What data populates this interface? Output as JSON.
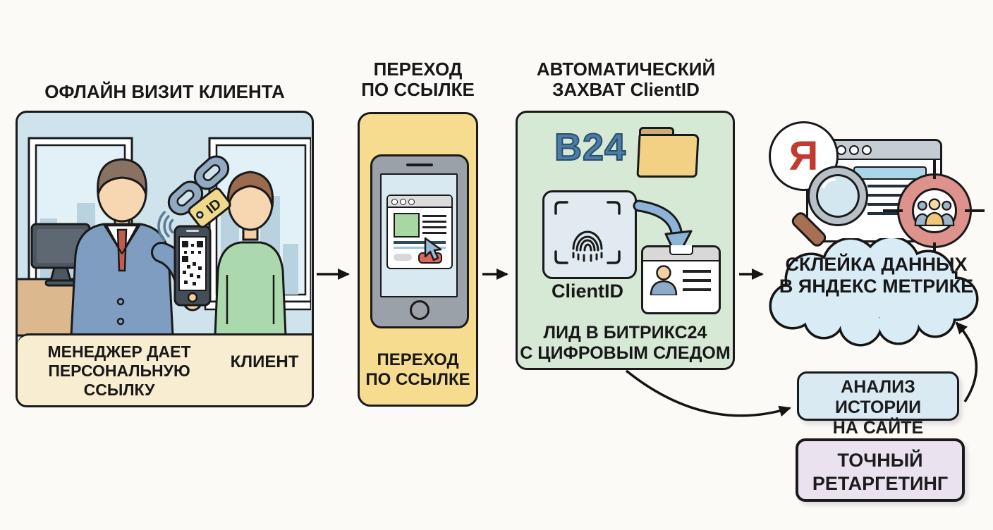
{
  "colors": {
    "background": "#fbfaf7",
    "panel1_bg": "#cfe3ec",
    "panel1_caption_bg": "#f8ecd1",
    "panel2_bg": "#f6dc8e",
    "panel3_bg": "#d6e9d5",
    "cloud_bg": "#d9ecf5",
    "analysis_bg": "#d9eaf2",
    "retargeting_bg": "#eae3ef",
    "yandex_red": "#c23b30",
    "b24_blue": "#4f7ca6",
    "target_red": "#dd938c"
  },
  "step1": {
    "title": "ОФЛАЙН ВИЗИТ КЛИЕНТА",
    "caption_manager": [
      "МЕНЕДЖЕР ДАЕТ",
      "ПЕРСОНАЛЬНУЮ",
      "ССЫЛКУ"
    ],
    "caption_client": "КЛИЕНТ",
    "id_tag": "ID"
  },
  "step2": {
    "title": [
      "ПЕРЕХОД",
      "ПО ССЫЛКЕ"
    ],
    "caption": [
      "ПЕРЕХОД",
      "ПО ССЫЛКЕ"
    ]
  },
  "step3": {
    "title": [
      "АВТОМАТИЧЕСКИЙ",
      "ЗАХВАТ ClientID"
    ],
    "b24_label": "B24",
    "fingerprint_label": "ClientID",
    "caption": [
      "ЛИД В БИТРИКС24",
      "С ЦИФРОВЫМ СЛЕДОМ"
    ]
  },
  "result": {
    "yandex_letter": "Я",
    "cloud": [
      "СКЛЕЙКА ДАННЫХ",
      "В ЯНДЕКС МЕТРИКЕ"
    ],
    "analysis": [
      "АНАЛИЗ ИСТОРИИ",
      "НА САЙТЕ"
    ],
    "retargeting": [
      "ТОЧНЫЙ",
      "РЕТАРГЕТИНГ"
    ]
  }
}
